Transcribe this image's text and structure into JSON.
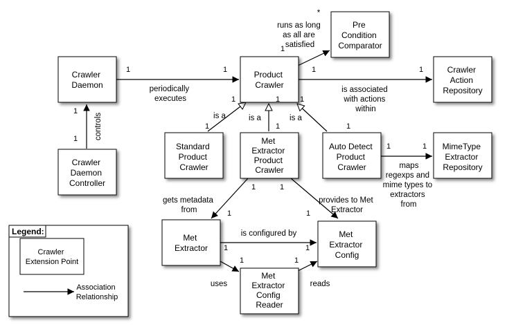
{
  "boxes": {
    "crawler_daemon": [
      "Crawler",
      "Daemon"
    ],
    "product_crawler": [
      "Product",
      "Crawler"
    ],
    "precondition_comparator": [
      "Pre",
      "Condition",
      "Comparator"
    ],
    "crawler_action_repository": [
      "Crawler",
      "Action",
      "Repository"
    ],
    "crawler_daemon_controller": [
      "Crawler",
      "Daemon",
      "Controller"
    ],
    "standard_product_crawler": [
      "Standard",
      "Product",
      "Crawler"
    ],
    "met_extractor_product_crawler": [
      "Met",
      "Extractor",
      "Product",
      "Crawler"
    ],
    "auto_detect_product_crawler": [
      "Auto Detect",
      "Product",
      "Crawler"
    ],
    "mimetype_extractor_repository": [
      "MimeType",
      "Extractor",
      "Repository"
    ],
    "met_extractor": [
      "Met",
      "Extractor"
    ],
    "met_extractor_config": [
      "Met",
      "Extractor",
      "Config"
    ],
    "met_extractor_config_reader": [
      "Met",
      "Extractor",
      "Config",
      "Reader"
    ]
  },
  "labels": {
    "runs_as_long": [
      "runs as long",
      "as all are",
      "satisfied"
    ],
    "periodically_executes": [
      "periodically",
      "executes"
    ],
    "associated_actions": [
      "is associated",
      "with actions",
      "within"
    ],
    "controls": "controls",
    "is_a_1": "is a",
    "is_a_2": "is a",
    "is_a_3": "is a",
    "maps_regexps": [
      "maps",
      "regexps and",
      "mime types to",
      "extractors",
      "from"
    ],
    "gets_metadata": [
      "gets metadata",
      "from"
    ],
    "provides_to": [
      "provides to Met",
      "Extractor"
    ],
    "is_configured_by": "is configured by",
    "uses": "uses",
    "reads": "reads",
    "asterisk": "*"
  },
  "multiplicity": "1",
  "legend": {
    "title": "Legend:",
    "extension_point": [
      "Crawler",
      "Extension Point"
    ],
    "association": [
      "Association",
      "Relationship"
    ]
  }
}
